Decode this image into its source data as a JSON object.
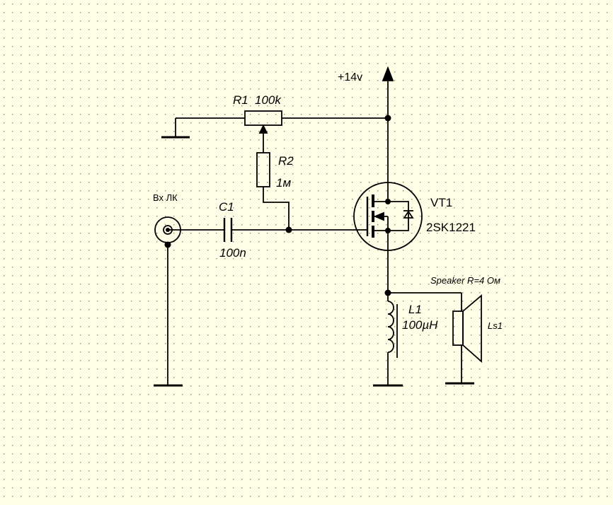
{
  "supply": {
    "label": "+14v"
  },
  "input": {
    "label": "Вх ЛК"
  },
  "components": {
    "r1": {
      "ref": "R1",
      "value": "100k"
    },
    "r2": {
      "ref": "R2",
      "value": "1м"
    },
    "c1": {
      "ref": "C1",
      "value": "100n"
    },
    "vt1": {
      "ref": "VT1",
      "value": "2SK1221"
    },
    "l1": {
      "ref": "L1",
      "value": "100µH"
    },
    "speaker": {
      "note": "Speaker R=4 Ом",
      "ref": "Ls1"
    }
  },
  "colors": {
    "background": "#ffffe8",
    "grid_dot": "#8a8a70",
    "wire": "#000000"
  }
}
